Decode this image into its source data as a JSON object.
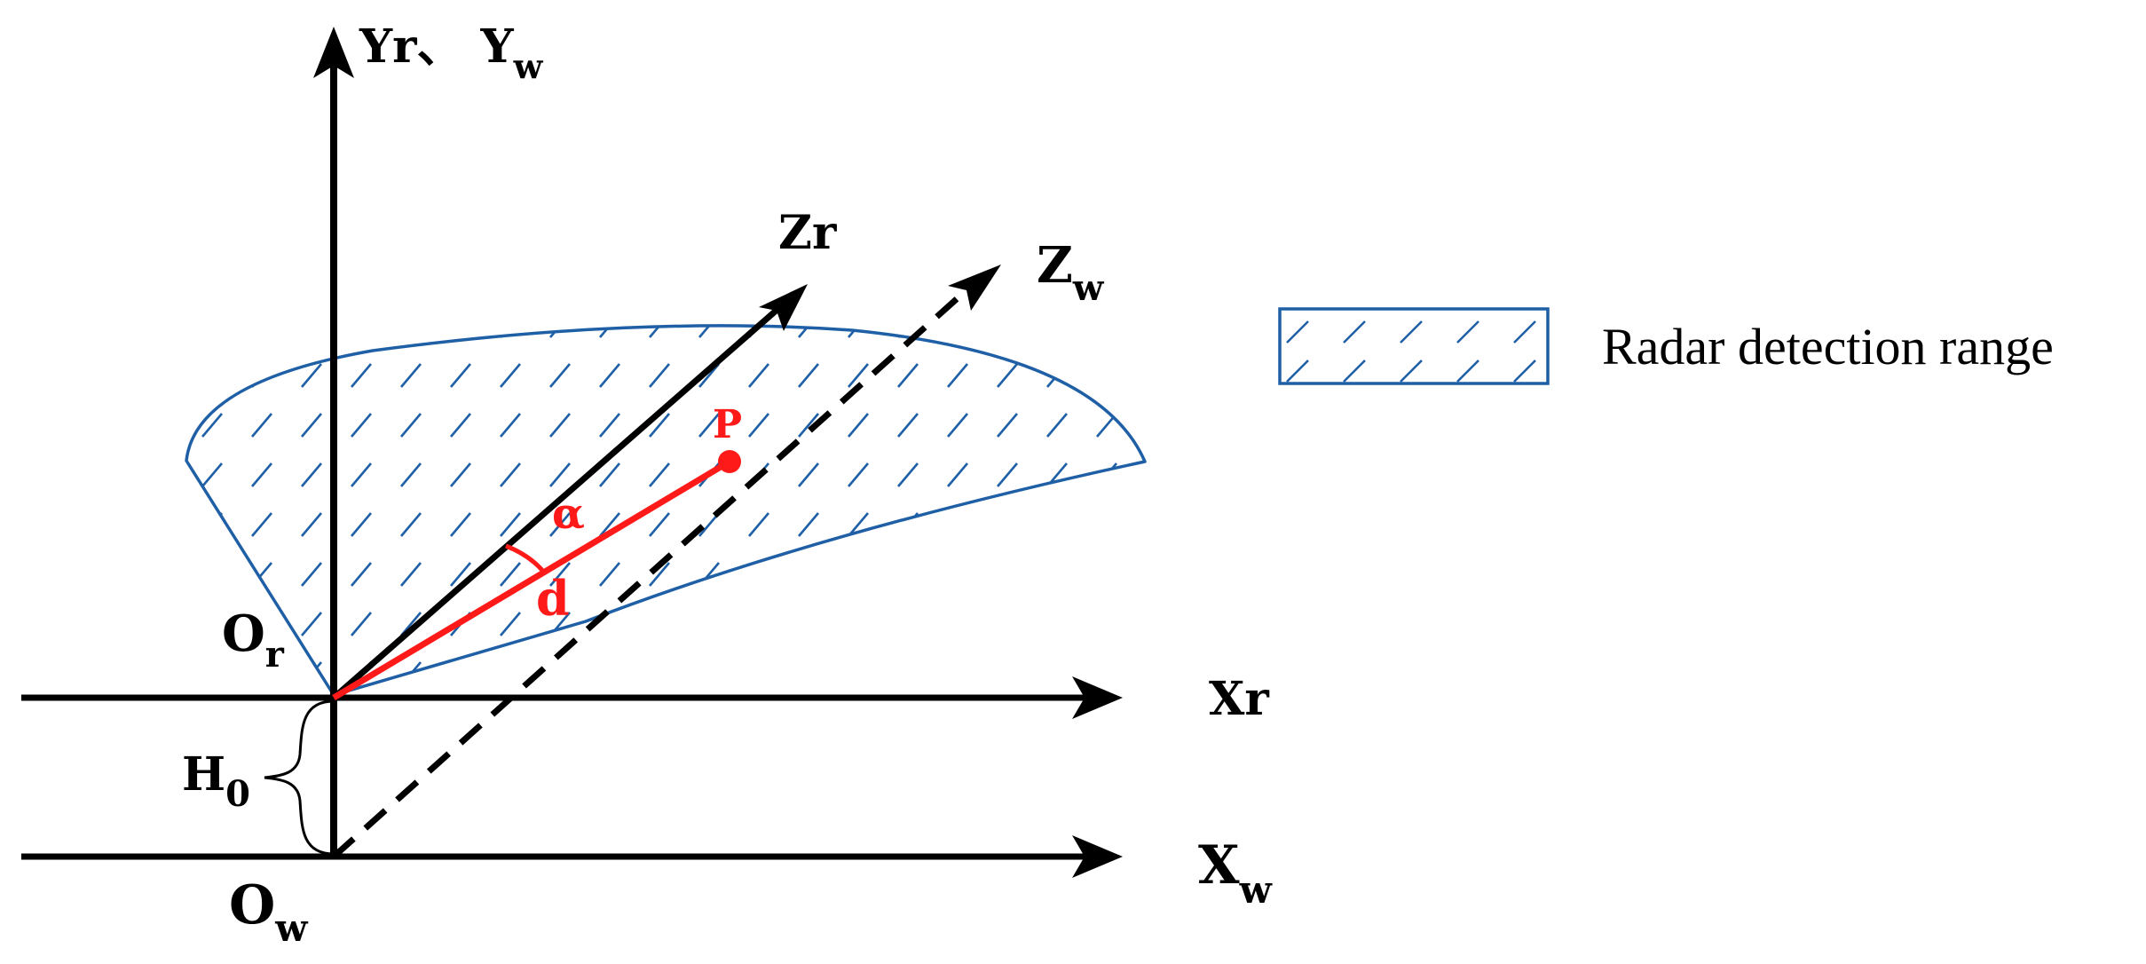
{
  "colors": {
    "axis": "#000000",
    "radar_outline": "#1f5fa6",
    "hatch": "#1f5fa6",
    "target": "#ff1a1a"
  },
  "labels": {
    "yr": "Yr、",
    "yw_main": "Y",
    "yw_sub": "w",
    "zr": "Zr",
    "zw_main": "Z",
    "zw_sub": "w",
    "xr": "Xr",
    "xw_main": "X",
    "xw_sub": "w",
    "or_main": "O",
    "or_sub": "r",
    "ow_main": "O",
    "ow_sub": "w",
    "h0_main": "H",
    "h0_sub": "0",
    "point": "P",
    "angle": "α",
    "distance": "d"
  },
  "legend": {
    "label": "Radar detection range"
  }
}
